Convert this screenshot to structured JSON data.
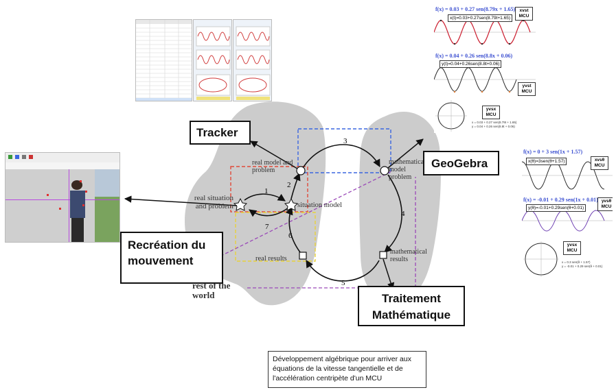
{
  "callouts": {
    "tracker": "Tracker",
    "geogebra": "GeoGebra",
    "recreation": "Recréation du mouvement",
    "traitement": "Traitement Mathématique"
  },
  "cycle": {
    "real_situation": "real situation and problem",
    "real_model": "real model and problem",
    "situation_model": "situation model",
    "math_model": "mathematical model problem",
    "math_results": "mathematical results",
    "real_results": "real results",
    "rest_of_world": "rest of the world",
    "steps": [
      "1",
      "2",
      "3",
      "4",
      "5",
      "6",
      "7"
    ]
  },
  "geogebra_panels": {
    "p1_formula": "f(x) = 0.03 + 0.27 sen(8.79x + 1.65)",
    "p1_label": "x(t)=0.03+0.27sen(8.79t+1.65)",
    "p1_tag": "xvst MCU",
    "p2_formula": "f(x) = 0.04 + 0.26 sen(8.8x + 0.06)",
    "p2_label": "y(t)=0.04+0.26sen(8.8t+0.06)",
    "p2_tag": "yvst MCU",
    "p3_tag": "yvsx MCU",
    "p3_eq1": "x = 0.03 + 0.27 sen(8.79t + 1.65)",
    "p3_eq2": "y = 0.04 + 0.26 sen(8.8t + 0.06)",
    "p4_formula": "f(x) = 0 + 3 sen(1x + 1.57)",
    "p4_label": "x(θ)=3sen(θ+1.57)",
    "p4_tag": "xvsθ MCU",
    "p5_formula": "f(x) = -0.01 + 0.29 sen(1x + 0.01)",
    "p5_label": "y(θ)=-0.01+0.29sen(θ+0.01)",
    "p5_tag": "yvsθ MCU",
    "p6_tag": "yvsx MCU",
    "p6_eq1": "x = 0.3 sen(θ + 1.57)",
    "p6_eq2": "y = -0.01 + 0.29 sen(θ + 0.01)"
  },
  "note": "Développement algébrique pour arriver aux équations de la vitesse tangentielle et de l'accélération centripète d'un MCU",
  "colors": {
    "callout_border": "#111111",
    "blob": "#cccccc",
    "blue_dash": "#3a66e0",
    "red_dash": "#e04a3a",
    "yellow_dash": "#e8d23a",
    "purple_dash": "#9a49b8",
    "formula": "#3b4fd1"
  }
}
